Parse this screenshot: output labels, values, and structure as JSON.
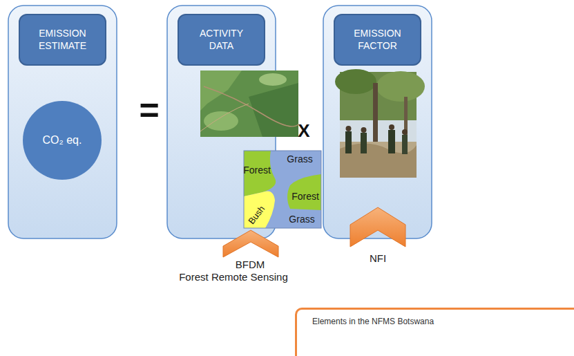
{
  "diagram": {
    "nodes": [
      {
        "text": [
          "EMISSION ESTIMATE"
        ]
      },
      {
        "text": [
          "CO₂ eq."
        ],
        "in": 0
      },
      {
        "text": [
          "ACTIVITY DATA"
        ]
      },
      {
        "text": [
          "EMISSION FACTOR"
        ]
      },
      {
        "text": [
          "Elements in the NFMS Botswana"
        ]
      }
    ],
    "labels": [
      "=",
      "X",
      "Forest",
      "Grass",
      "Forest",
      "Grass",
      "Bush",
      "BFDM",
      "Forest Remote Sensing",
      "NFI"
    ]
  }
}
